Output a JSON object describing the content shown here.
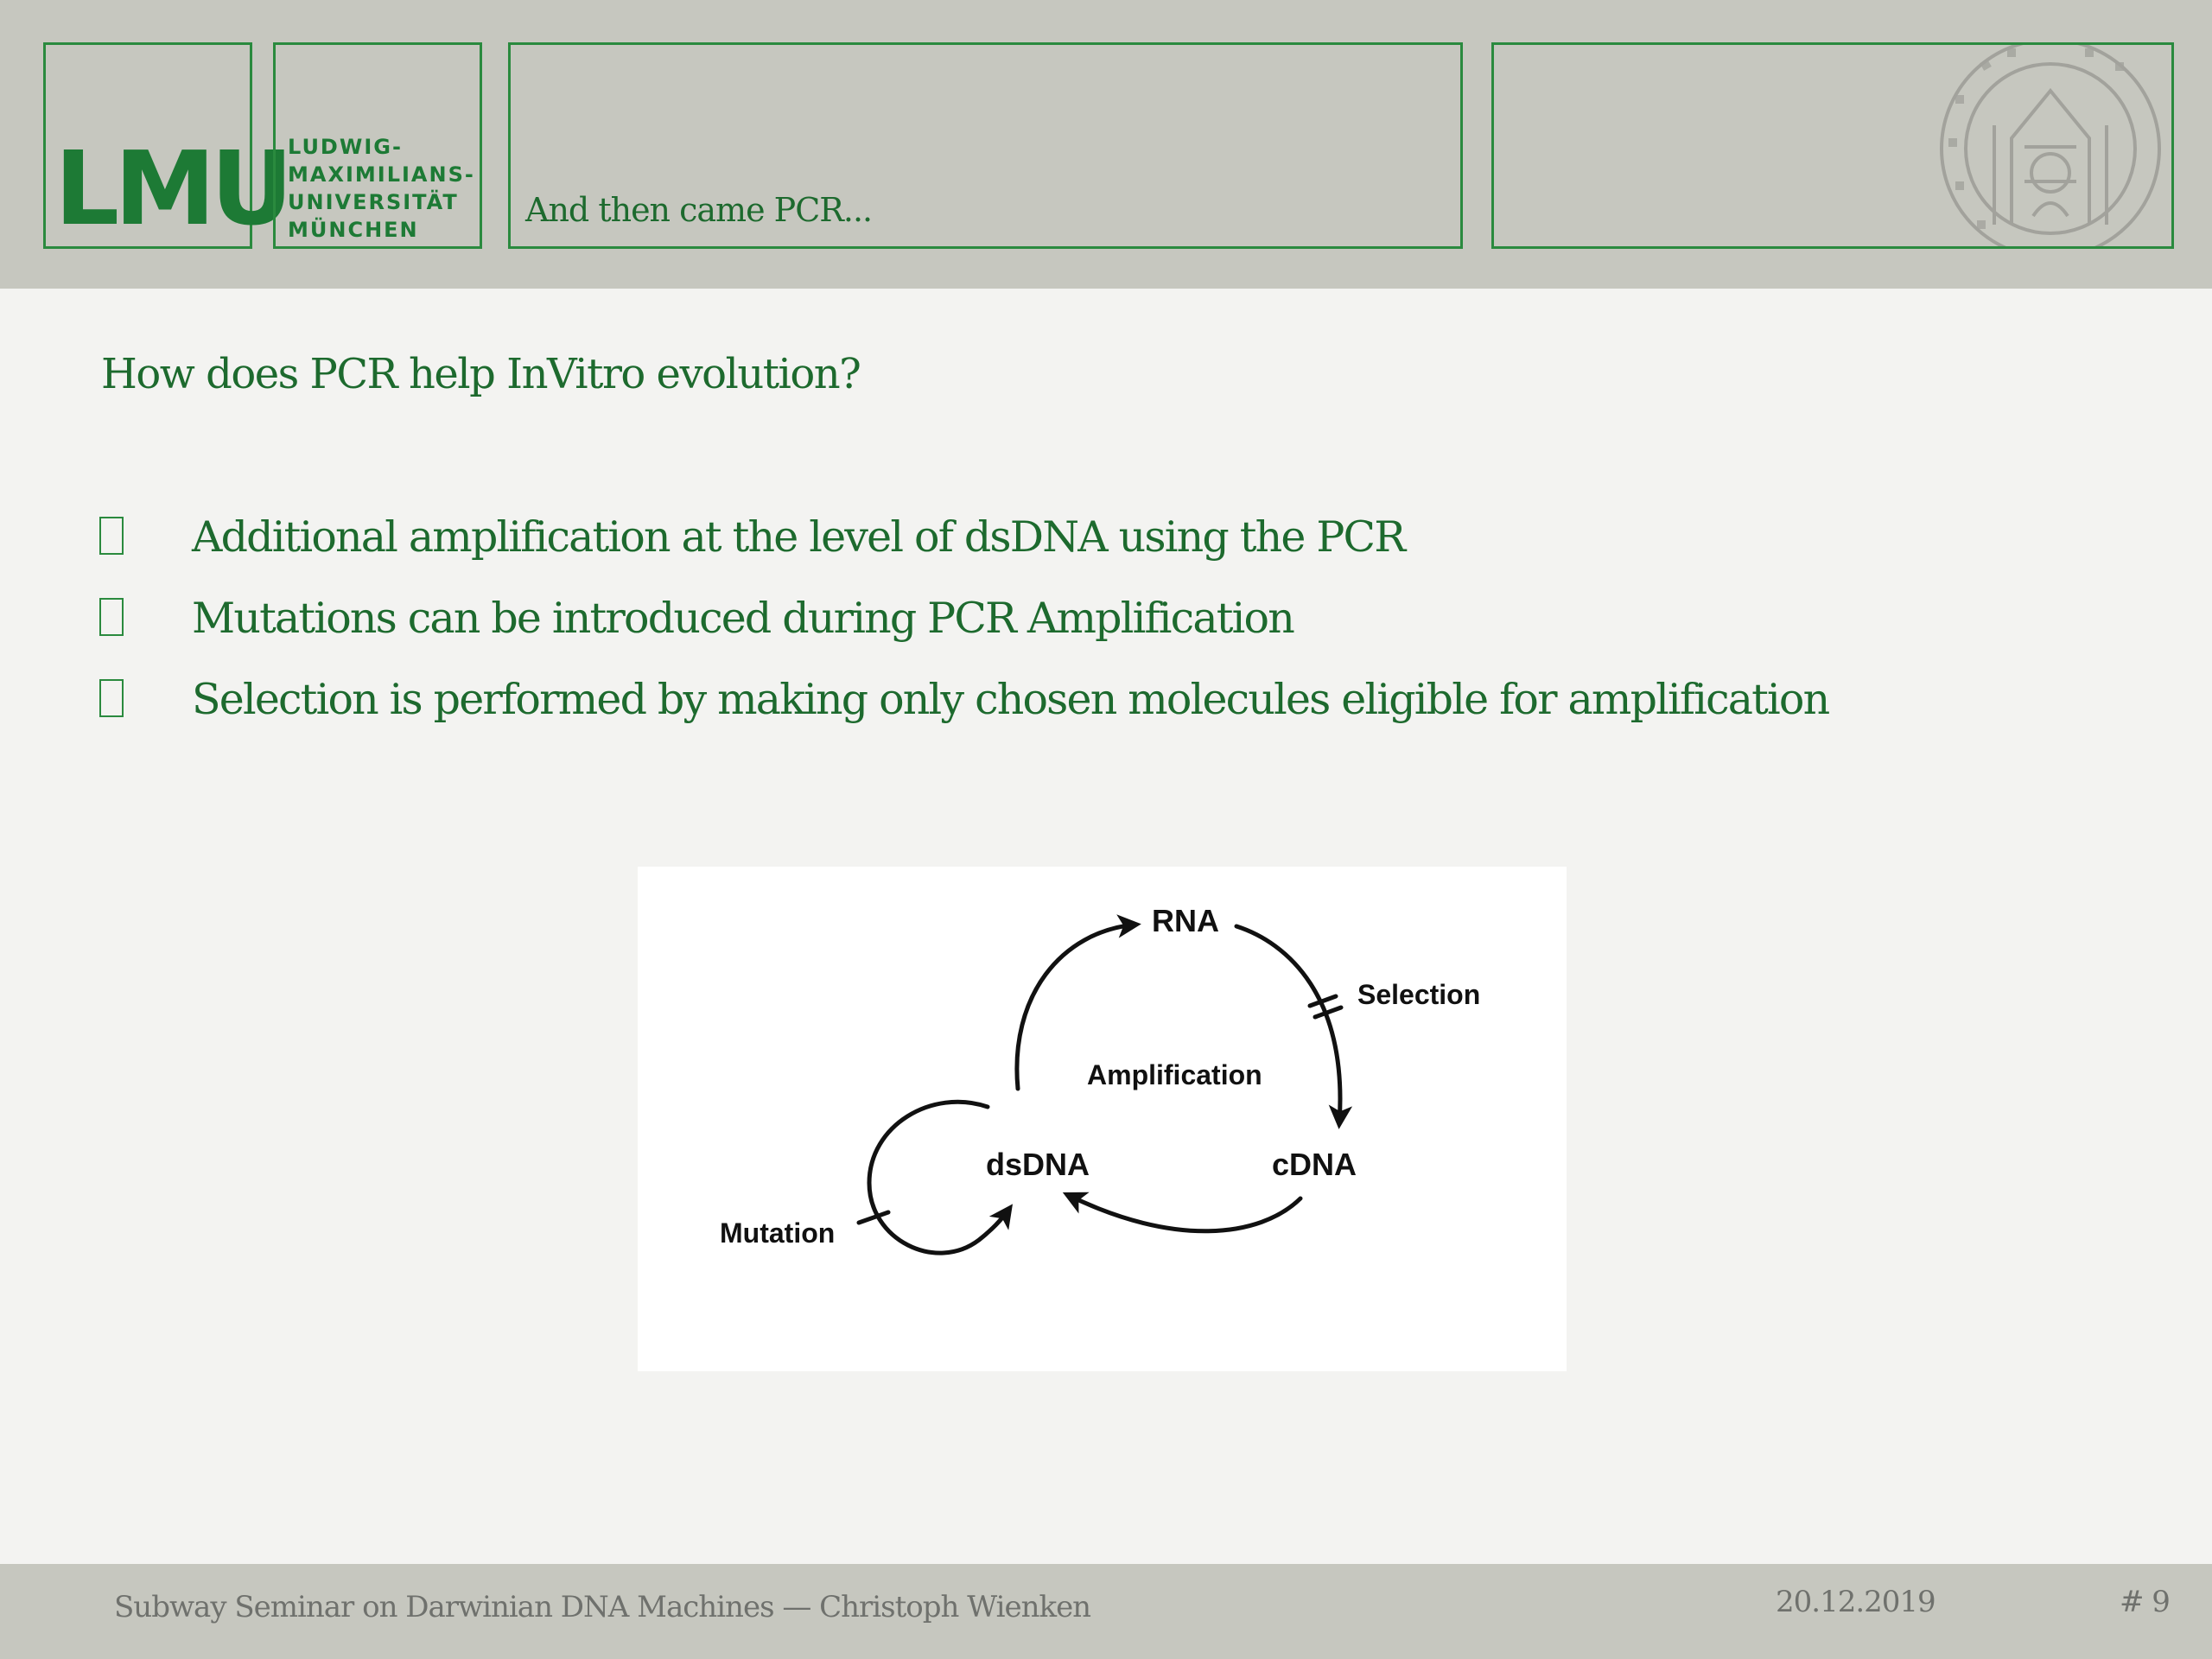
{
  "header": {
    "logo": "LMU",
    "university_lines": [
      "LUDWIG-",
      "MAXIMILIANS-",
      "UNIVERSITÄT",
      "MÜNCHEN"
    ],
    "slide_title": "And then came PCR..."
  },
  "main": {
    "question": "How does PCR help InVitro evolution?",
    "bullets": [
      {
        "text": "Additional amplification at the level of dsDNA using the PCR"
      },
      {
        "text": "Mutations can be introduced during PCR Amplification"
      },
      {
        "text": "Selection is performed by making only chosen molecules eligible for amplification"
      }
    ]
  },
  "diagram": {
    "labels": {
      "rna": "RNA",
      "selection": "Selection",
      "amplification": "Amplification",
      "dsdna": "dsDNA",
      "cdna": "cDNA",
      "mutation": "Mutation"
    }
  },
  "footer": {
    "seminar": "Subway Seminar on Darwinian DNA Machines — Christoph Wienken",
    "date": "20.12.2019",
    "page": "# 9"
  },
  "colors": {
    "accent": "#1d7a35",
    "header_bg": "#c6c7bf",
    "page_bg": "#f3f3f1"
  }
}
